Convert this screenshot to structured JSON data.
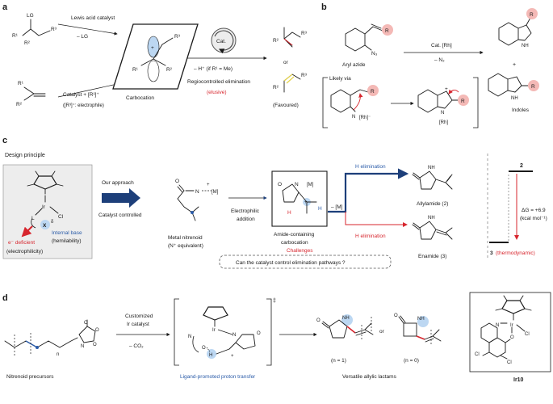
{
  "panels": {
    "a": "a",
    "b": "b",
    "c": "c",
    "d": "d"
  },
  "a": {
    "lg": "LG",
    "r1": "R¹",
    "r2": "R²",
    "r3": "R³",
    "lewis_acid": "Lewis acid catalyst",
    "minus_lg": "– LG",
    "catalyst_reagent": "Catalyst + [R³]⁺",
    "electrophile_note": "([R³]⁺: electrophile)",
    "carbocation": "Carbocation",
    "cat": "Cat.",
    "elimination_step": "– H⁺ (if R¹ = Me)",
    "regiocontrolled": "Regiocontrolled elimination",
    "elusive": "(elusive)",
    "or": "or",
    "favoured": "(Favoured)"
  },
  "b": {
    "aryl_azide": "Aryl azide",
    "n3": "N₃",
    "cat_rh": "Cat. [Rh]",
    "minus_n2": "– N₂",
    "likely_via": "Likely via",
    "r": "R",
    "rh_minus": "[Rh]⁻",
    "n_label": "N",
    "rh": "[Rh]",
    "nh": "NH",
    "indoles": "Indoles",
    "plus": "+"
  },
  "c": {
    "design_principle": "Design principle",
    "ir": "Ir",
    "cl": "Cl",
    "l": "L",
    "x": "X",
    "delta": "δ",
    "internal_base": "Internal base",
    "hemilability": "(hemilability)",
    "e_deficient": "e⁻ deficient",
    "electrophilicity": "(electrophilicity)",
    "our_approach": "Our approach",
    "catalyst_controlled": "Catalyst controlled",
    "o": "O",
    "n": "N",
    "m": "[M]",
    "plus": "+",
    "metal_nitrenoid": "Metal nitrenoid",
    "n_equiv": "(N⁺ equivalent)",
    "electrophilic": "Electrophilic",
    "addition": "addition",
    "h": "H",
    "amide_containing": "Amide-containing",
    "carbocation": "carbocation",
    "minus_m": "– [M]",
    "h_elimination": "H elimination",
    "nh": "NH",
    "allylamide": "Allylamide (2)",
    "enamide": "Enamide (3)",
    "challenges": "Challenges",
    "question": "Can the catalyst control elimination pathways ?",
    "two": "2",
    "three": "3",
    "thermodynamic": "(thermodynamic)",
    "delta_g": "ΔG = +6.9",
    "kcal": "(kcal mol⁻¹)"
  },
  "d": {
    "n_sub": "n",
    "nitrenoid_precursors": "Nitrenoid precursors",
    "customized": "Customized",
    "ir_catalyst": "Ir catalyst",
    "minus_co2": "– CO₂",
    "ligand_promoted": "Ligand-promoted proton transfer",
    "dagger": "‡",
    "n1": "(n = 1)",
    "n0": "(n = 0)",
    "or": "or",
    "versatile": "Versatile allylic lactams",
    "ir10": "Ir10",
    "cl": "Cl",
    "n": "N",
    "o": "O",
    "ir": "Ir",
    "h": "H",
    "nh": "NH"
  },
  "colors": {
    "red": "#d7262e",
    "blue": "#2a5ba8",
    "navy": "#1d3f7a",
    "pink": "#f4b9b6",
    "lightblue": "#bcd7f2",
    "grey": "#ededed"
  }
}
